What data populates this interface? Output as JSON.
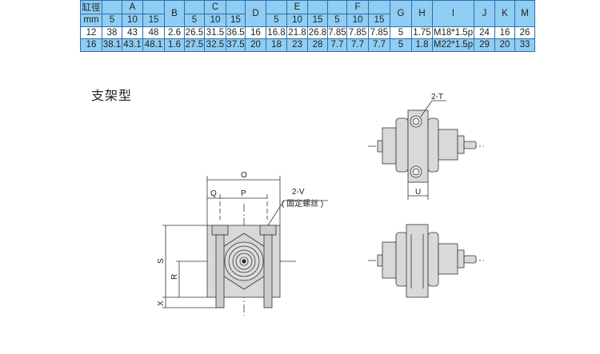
{
  "table": {
    "h_bore": "缸徑",
    "h_mm": "mm",
    "groups": {
      "A": "A",
      "B": "B",
      "C": "C",
      "D": "D",
      "E": "E",
      "F": "F",
      "G": "G",
      "H": "H",
      "I": "I",
      "J": "J",
      "K": "K",
      "M": "M"
    },
    "strokes": [
      "5",
      "10",
      "15"
    ],
    "rows": [
      [
        "12",
        "38",
        "43",
        "48",
        "2.6",
        "26.5",
        "31.5",
        "36.5",
        "16",
        "16.8",
        "21.8",
        "26.8",
        "7.85",
        "7.85",
        "7.85",
        "5",
        "1.75",
        "M18*1.5p",
        "24",
        "16",
        "26"
      ],
      [
        "16",
        "38.1",
        "43.1",
        "48.1",
        "1.6",
        "27.5",
        "32.5",
        "37.5",
        "20",
        "18",
        "23",
        "28",
        "7.7",
        "7.7",
        "7.7",
        "5",
        "1.8",
        "M22*1.5p",
        "29",
        "20",
        "33"
      ]
    ]
  },
  "section_title": "支架型",
  "drawing": {
    "O": "O",
    "Q": "Q",
    "P": "P",
    "S": "S",
    "R": "R",
    "X": "X",
    "V_label": "2-V",
    "V_note": "( 固定螺丝 )",
    "T_label": "2-T",
    "U": "U"
  }
}
